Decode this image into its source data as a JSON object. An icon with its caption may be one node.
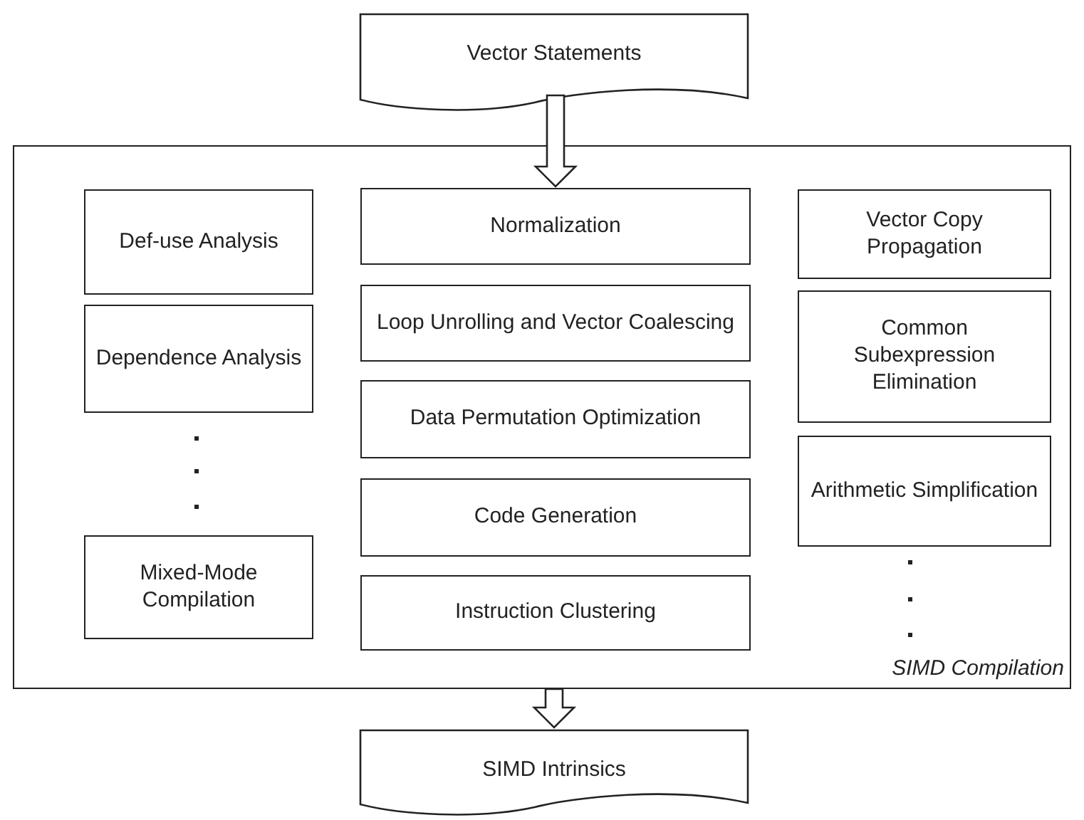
{
  "diagram": {
    "nodes": [
      {
        "text": [
          "Vector Statements"
        ]
      },
      {
        "text": [
          "SIMD Compilation"
        ]
      },
      {
        "text": [
          "Def-use Analysis"
        ],
        "in": 1
      },
      {
        "text": [
          "Dependence Analysis"
        ],
        "in": 1
      },
      {
        "text": [
          "Mixed-Mode Compilation"
        ],
        "in": 1
      },
      {
        "text": [
          "Normalization"
        ],
        "in": 1
      },
      {
        "text": [
          "Loop Unrolling and Vector Coalescing"
        ],
        "in": 1
      },
      {
        "text": [
          "Data Permutation Optimization"
        ],
        "in": 1
      },
      {
        "text": [
          "Code Generation"
        ],
        "in": 1
      },
      {
        "text": [
          "Instruction Clustering"
        ],
        "in": 1
      },
      {
        "text": [
          "Vector Copy Propagation"
        ],
        "in": 1
      },
      {
        "text": [
          "Common Subexpression Elimination"
        ],
        "in": 1
      },
      {
        "text": [
          "Arithmetic Simplification"
        ],
        "in": 1
      },
      {
        "text": [
          "SIMD Intrinsics"
        ]
      }
    ],
    "edges": [
      {
        "from": 0,
        "to": 5,
        "arrow": "to"
      },
      {
        "from": 1,
        "to": 13,
        "arrow": "to"
      }
    ]
  }
}
